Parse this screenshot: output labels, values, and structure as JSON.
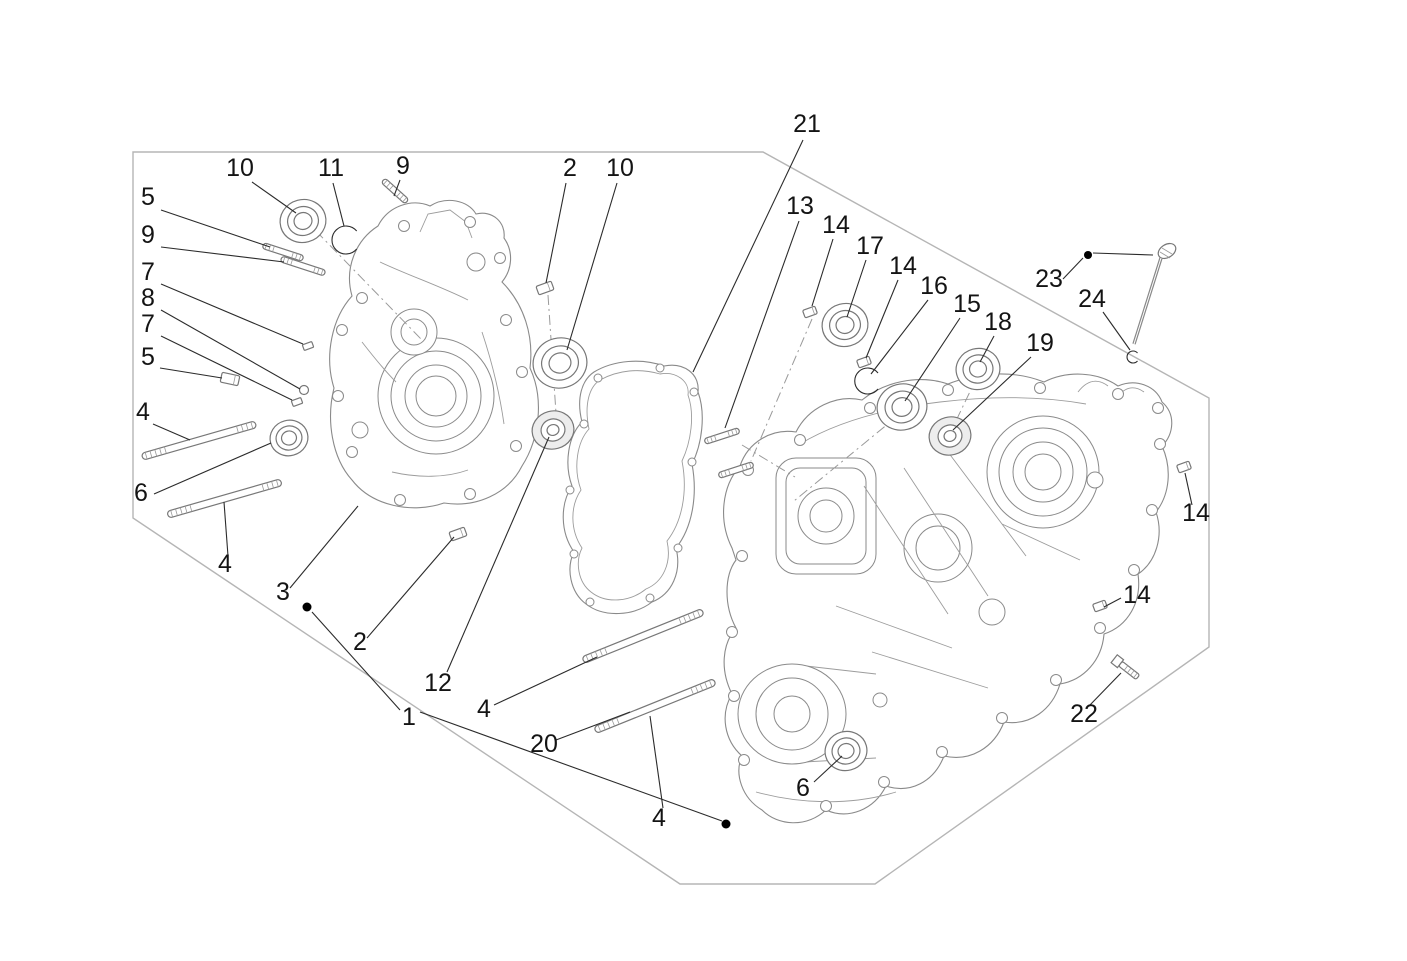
{
  "page": {
    "background": "#ffffff",
    "kind": "exploded-parts-diagram"
  },
  "diagram": {
    "colors": {
      "artwork_line": "#8a8a8a",
      "leader_line": "#2b2b2b",
      "label_text": "#141414",
      "border": "#b5b5b5"
    },
    "callouts": {
      "n21": "21",
      "n10a": "10",
      "n11": "11",
      "n9a": "9",
      "n2a": "2",
      "n10b": "10",
      "n13": "13",
      "n14a": "14",
      "n17": "17",
      "n14b": "14",
      "n16": "16",
      "n15": "15",
      "n18": "18",
      "n19": "19",
      "n23": "23",
      "n24": "24",
      "n5a": "5",
      "n9b": "9",
      "n7a": "7",
      "n8": "8",
      "n7b": "7",
      "n5b": "5",
      "n4a": "4",
      "n6a": "6",
      "n4b": "4",
      "n3": "3",
      "n2b": "2",
      "n12": "12",
      "n1": "1",
      "n4c": "4",
      "n20": "20",
      "n4d": "4",
      "n6b": "6",
      "n14c": "14",
      "n14d": "14",
      "n22": "22"
    }
  }
}
